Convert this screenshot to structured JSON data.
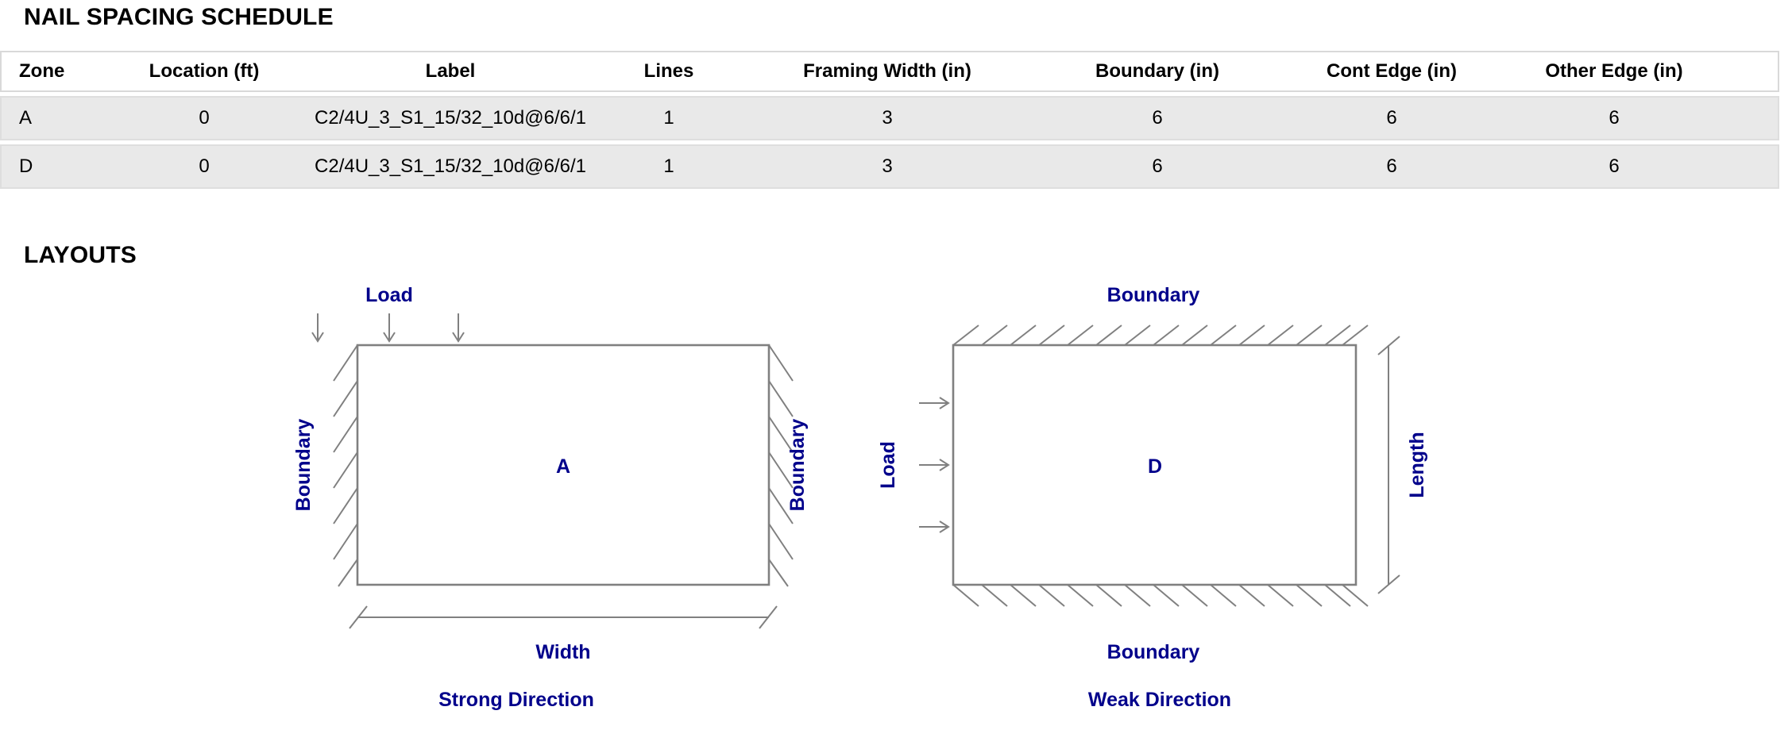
{
  "schedule": {
    "title": "NAIL SPACING SCHEDULE",
    "columns": [
      "Zone",
      "Location (ft)",
      "Label",
      "Lines",
      "Framing Width (in)",
      "Boundary (in)",
      "Cont Edge (in)",
      "Other Edge (in)"
    ],
    "rows": [
      {
        "zone": "A",
        "location": "0",
        "label": "C2/4U_3_S1_15/32_10d@6/6/1",
        "lines": "1",
        "framing_width": "3",
        "boundary": "6",
        "cont_edge": "6",
        "other_edge": "6"
      },
      {
        "zone": "D",
        "location": "0",
        "label": "C2/4U_3_S1_15/32_10d@6/6/1",
        "lines": "1",
        "framing_width": "3",
        "boundary": "6",
        "cont_edge": "6",
        "other_edge": "6"
      }
    ]
  },
  "layouts": {
    "title": "LAYOUTS",
    "strong": {
      "caption": "Strong Direction",
      "zone": "A",
      "load_label": "Load",
      "boundary_left_label": "Boundary",
      "boundary_right_label": "Boundary",
      "dimension_label": "Width"
    },
    "weak": {
      "caption": "Weak Direction",
      "zone": "D",
      "load_label": "Load",
      "boundary_top_label": "Boundary",
      "boundary_bottom_label": "Boundary",
      "dimension_label": "Length"
    }
  },
  "colors": {
    "label_navy": "#00008b",
    "line_gray": "#808080",
    "row_fill": "#e9e9e9",
    "header_border": "#d9d9d9",
    "text_black": "#000000"
  }
}
